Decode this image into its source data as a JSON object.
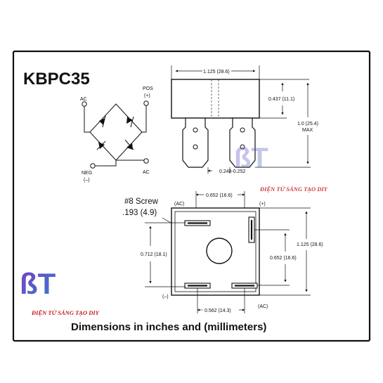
{
  "title": "KBPC35",
  "caption": "Dimensions in inches and (millimeters)",
  "schematic": {
    "ac_top": "AC",
    "pos": "POS",
    "pos_sign": "(+)",
    "neg": "NEG",
    "neg_sign": "(–)",
    "ac_bottom": "AC"
  },
  "side_view": {
    "width": "1.125 (28.6)",
    "body_height": "0.437 (11.1)",
    "max_height": "1.0 (25.4)",
    "max_label": "MAX",
    "lead_width": "0.248-0.252"
  },
  "bottom_view": {
    "screw_label": "#8 Screw",
    "screw_dim": ".193 (4.9)",
    "ac_top_left": "(AC)",
    "pos_top_right": "(+)",
    "neg_bottom_left": "(–)",
    "ac_bottom_right": "(AC)",
    "top_spacing": "0.652 (16.6)",
    "left_height": "0.712 (18.1)",
    "right_spacing": "0.652 (16.6)",
    "overall_height": "1.125 (28.6)",
    "bottom_spacing": "0.562 (14.3)"
  },
  "watermark": {
    "brand_right": "ĐIỆN TỬ SÁNG TẠO DIY",
    "brand_left": "ĐIỆN TỬ SÁNG TẠO DIY",
    "logo_letters": "ßT"
  },
  "colors": {
    "frame": "#111111",
    "watermark_red": "#c2181c",
    "logo_purple": "#7a3fbf",
    "logo_blue": "#2f7fd0"
  }
}
